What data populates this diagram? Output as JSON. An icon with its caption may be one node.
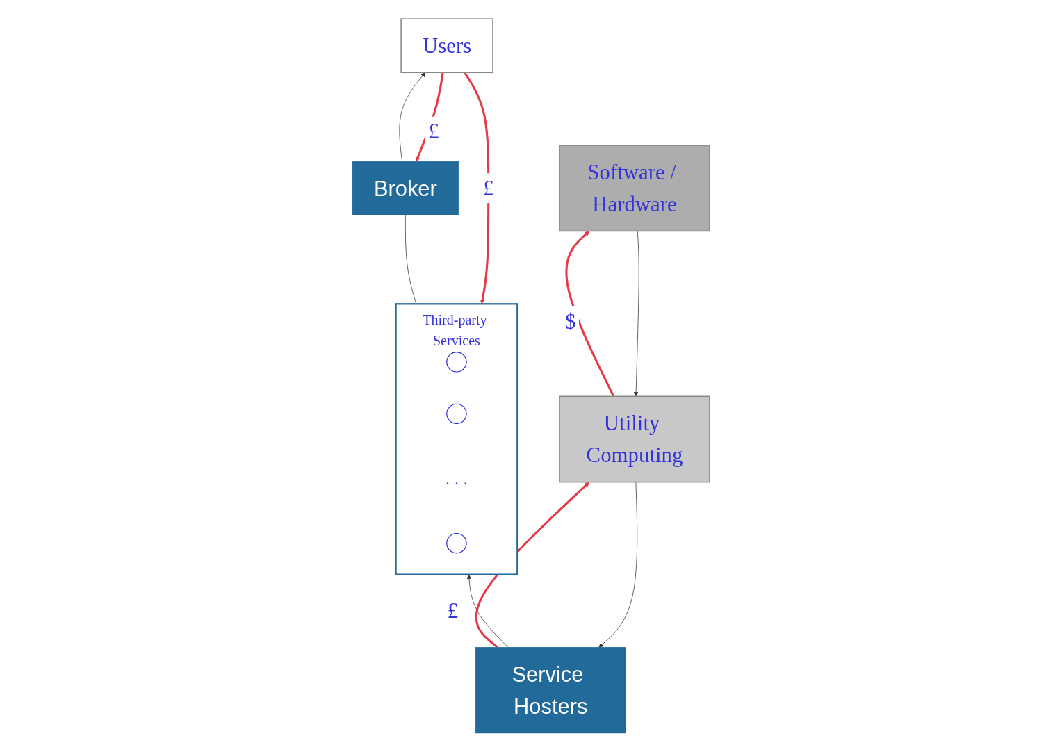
{
  "diagram": {
    "nodes": [
      {
        "text": [
          "Users"
        ]
      },
      {
        "text": [
          "Broker"
        ]
      },
      {
        "text": [
          "Third-party Services"
        ]
      },
      {
        "text": [],
        "shape": "circle",
        "in": 2
      },
      {
        "text": [],
        "shape": "circle",
        "in": 2
      },
      {
        "text": [
          ". . ."
        ],
        "in": 2
      },
      {
        "text": [],
        "shape": "circle",
        "in": 2
      },
      {
        "text": [
          "Service Hosters"
        ]
      },
      {
        "text": [
          "Utility Computing"
        ]
      },
      {
        "text": [
          "Software / Hardware"
        ]
      }
    ],
    "edges": [
      {
        "from": 9,
        "to": 8,
        "arrow": "to"
      },
      {
        "from": 8,
        "to": 7,
        "arrow": "to"
      },
      {
        "from": 7,
        "to": 2,
        "arrow": "to"
      },
      {
        "from": 2,
        "to": 1,
        "arrow": "none"
      },
      {
        "from": 1,
        "to": 0,
        "arrow": "to"
      },
      {
        "from": 0,
        "to": 1,
        "arrow": "to",
        "label": "£",
        "style": "thick",
        "color": "#e63946"
      },
      {
        "from": 0,
        "to": 2,
        "arrow": "to",
        "label": "£",
        "style": "thick",
        "color": "#e63946"
      },
      {
        "from": 7,
        "to": 8,
        "arrow": "to",
        "label": "£",
        "style": "thick",
        "color": "#e63946"
      },
      {
        "from": 8,
        "to": 9,
        "arrow": "to",
        "label": "$",
        "style": "thick",
        "color": "#e63946"
      }
    ]
  }
}
